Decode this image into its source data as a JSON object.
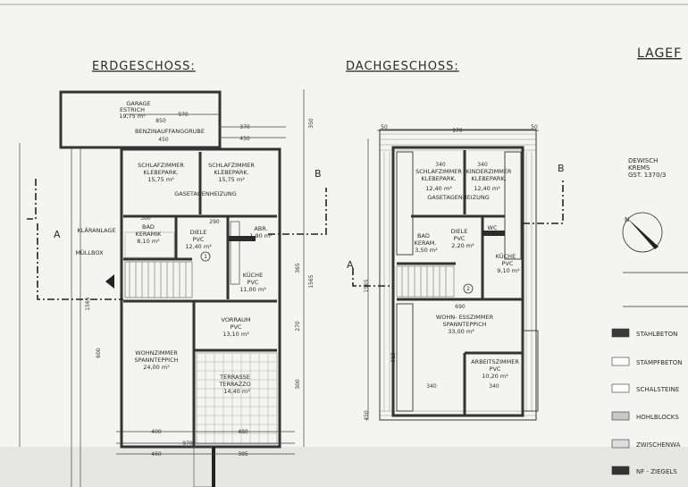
{
  "ground_floor": {
    "title": "ERDGESCHOSS:",
    "rooms": [
      {
        "name": "GARAGE",
        "floor": "ESTRICH",
        "area": "19,75 m²"
      },
      {
        "name": "SCHLAFZIMMER",
        "floor": "KLEBEPARK.",
        "area": "15,75 m²"
      },
      {
        "name": "SCHLAFZIMMER",
        "floor": "KLEBEPARK.",
        "area": "15,75 m²"
      },
      {
        "name": "BAD",
        "floor": "KERAMIK",
        "area": "8,10 m²"
      },
      {
        "name": "DIELE",
        "floor": "PVC",
        "area": "12,40 m²"
      },
      {
        "name": "ABR.",
        "floor": "",
        "area": "1,90 m²"
      },
      {
        "name": "KÜCHE",
        "floor": "PVC",
        "area": "11,00 m²"
      },
      {
        "name": "VORRAUM",
        "floor": "PVC",
        "area": "13,10 m²"
      },
      {
        "name": "WOHNZIMMER",
        "floor": "SPANNTEPPICH",
        "area": "24,00 m²"
      },
      {
        "name": "TERRASSE",
        "floor": "TERRAZZO",
        "area": "14,40 m²"
      }
    ],
    "notes": {
      "heating": "GASETAGENHEIZUNG",
      "fuel_pit": "BENZINAUFFANGGRUBE",
      "sewage": "KLÄRANLAGE",
      "bin": "MÜLLBOX",
      "stair_no": "1"
    },
    "dims": {
      "garage_w": "970",
      "garage_a": "850",
      "garage_b": "450",
      "garage_c": "450",
      "garage_d": "370",
      "right_top": "350",
      "right_total": "1565",
      "left_total": "1565",
      "left_600": "600",
      "bottom_a": "400",
      "bottom_b": "480",
      "bottom_total": "970",
      "bottom_c": "460",
      "bottom_d": "385",
      "inner_290": "290",
      "inner_300": "300",
      "right_365": "365",
      "right_270": "270",
      "right_300": "300"
    }
  },
  "attic": {
    "title": "DACHGESCHOSS:",
    "rooms": [
      {
        "name": "SCHLAFZIMMER",
        "floor": "KLEBEPARK.",
        "area": "12,40 m²"
      },
      {
        "name": "KINDERZIMMER",
        "floor": "KLEBEPARK.",
        "area": "12,40 m²"
      },
      {
        "name": "BAD",
        "floor": "KERAM.",
        "area": "3,50 m²"
      },
      {
        "name": "DIELE",
        "floor": "PVC",
        "area": "2,20 m²"
      },
      {
        "name": "WC",
        "floor": "",
        "area": ""
      },
      {
        "name": "KÜCHE",
        "floor": "PVC",
        "area": "9,10 m²"
      },
      {
        "name": "WOHN- ESSZIMMER",
        "floor": "SPANNTEPPICH",
        "area": "33,00 m²"
      },
      {
        "name": "ARBEITSZIMMER",
        "floor": "PVC",
        "area": "10,20 m²"
      }
    ],
    "notes": {
      "heating": "GASETAGENHEIZUNG",
      "stair_no": "2"
    },
    "dims": {
      "top_total": "970",
      "top_left": "50",
      "top_right": "50",
      "room_w1": "340",
      "room_w2": "340",
      "inner_690": "690",
      "left_613": "613",
      "left_1565": "1565",
      "left_450": "450",
      "bottom_340a": "340",
      "bottom_340b": "340"
    }
  },
  "sections": {
    "a": "A",
    "b": "B"
  },
  "sidebar": {
    "title": "LAGEF",
    "location": [
      "DEWISCH",
      "KREMS",
      "GST. 1370/3"
    ],
    "compass_label": "N",
    "legend": [
      {
        "label": "STAHLBETON",
        "color": "#3a3a3a"
      },
      {
        "label": "STAMPFBETON",
        "color": "#ffffff"
      },
      {
        "label": "SCHALSTEINE",
        "color": "#ffffff"
      },
      {
        "label": "HOHLBLOCKS",
        "color": "#c8c8c8"
      },
      {
        "label": "ZWISCHENWA",
        "color": "#dedede"
      },
      {
        "label": "NF - ZIEGELS",
        "color": "#333333"
      }
    ]
  }
}
